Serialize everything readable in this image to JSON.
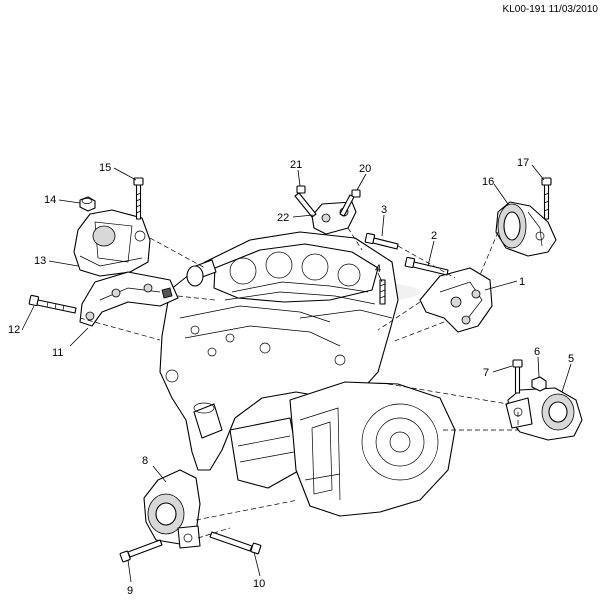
{
  "header": {
    "code": "KL00-191 11/03/2010"
  },
  "callouts": [
    {
      "id": "c1",
      "label": "1"
    },
    {
      "id": "c2",
      "label": "2"
    },
    {
      "id": "c3",
      "label": "3"
    },
    {
      "id": "c4",
      "label": "4"
    },
    {
      "id": "c5",
      "label": "5"
    },
    {
      "id": "c6",
      "label": "6"
    },
    {
      "id": "c7",
      "label": "7"
    },
    {
      "id": "c8",
      "label": "8"
    },
    {
      "id": "c9",
      "label": "9"
    },
    {
      "id": "c10",
      "label": "10"
    },
    {
      "id": "c11",
      "label": "11"
    },
    {
      "id": "c12",
      "label": "12"
    },
    {
      "id": "c13",
      "label": "13"
    },
    {
      "id": "c14",
      "label": "14"
    },
    {
      "id": "c15",
      "label": "15"
    },
    {
      "id": "c16",
      "label": "16"
    },
    {
      "id": "c17",
      "label": "17"
    },
    {
      "id": "c20",
      "label": "20"
    },
    {
      "id": "c21",
      "label": "21"
    },
    {
      "id": "c22",
      "label": "22"
    }
  ]
}
